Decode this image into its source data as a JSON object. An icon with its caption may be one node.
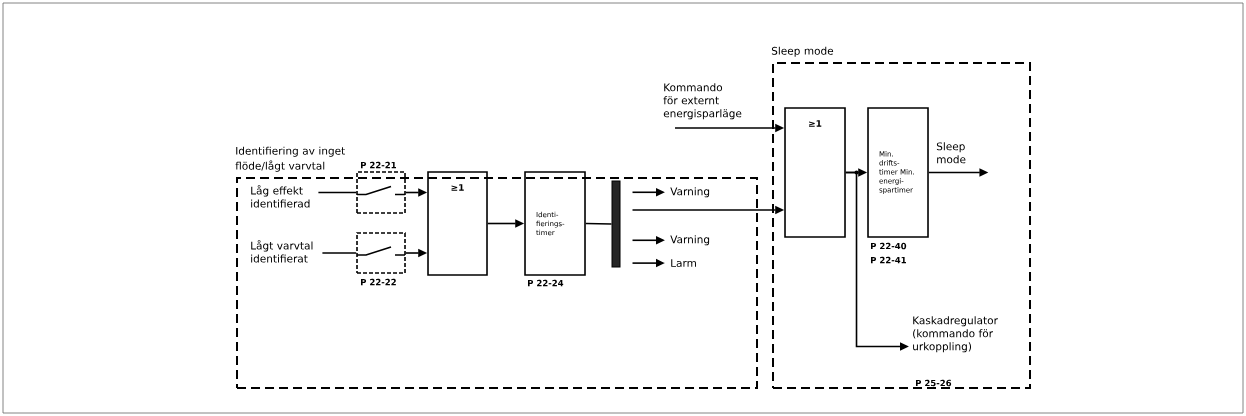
{
  "diagram": {
    "nodes": [
      {
        "text": [
          "Identifiering av inget flöde/lågt varvtal"
        ]
      },
      {
        "text": [],
        "shape": "box",
        "in": 0,
        "beside": [
          "P 22-21"
        ]
      },
      {
        "text": [],
        "shape": "box",
        "in": 0,
        "beside": [
          "P 22-22"
        ]
      },
      {
        "text": [
          "Låg effekt identifierad"
        ],
        "in": 0
      },
      {
        "text": [
          "Lågt varvtal identifierat"
        ],
        "in": 0
      },
      {
        "text": [
          "≥1"
        ],
        "in": 0
      },
      {
        "text": [
          "Identi- fierings- timer"
        ],
        "in": 0,
        "beside": [
          "P 22-24"
        ]
      },
      {
        "text": [],
        "shape": "bar",
        "in": 0
      },
      {
        "text": [
          "Varning"
        ],
        "in": 0
      },
      {
        "text": [
          "Varning"
        ],
        "in": 0
      },
      {
        "text": [
          "Larm"
        ],
        "in": 0
      },
      {
        "text": [
          "Sleep mode"
        ]
      },
      {
        "text": [
          "Kommando för externt energisparläge"
        ]
      },
      {
        "text": [
          "≥1"
        ],
        "in": 11
      },
      {
        "text": [
          "Min. drifts- timer Min. energi- spartimer"
        ],
        "in": 11,
        "beside": [
          "P 22-40",
          "P 22-41"
        ]
      },
      {
        "text": [
          "Sleep mode"
        ],
        "in": 11
      },
      {
        "text": [
          "Kaskadregulator (kommando för urkoppling)"
        ],
        "in": 11,
        "beside": [
          "P 25-26"
        ]
      }
    ],
    "edges": [
      {
        "from": 3,
        "to": 1,
        "arrow": "none"
      },
      {
        "from": 1,
        "to": 5,
        "arrow": "to"
      },
      {
        "from": 4,
        "to": 2,
        "arrow": "none"
      },
      {
        "from": 2,
        "to": 5,
        "arrow": "to"
      },
      {
        "from": 5,
        "to": 6,
        "arrow": "to"
      },
      {
        "from": 6,
        "to": 7,
        "arrow": "none"
      },
      {
        "from": 7,
        "to": 8,
        "arrow": "to"
      },
      {
        "from": 7,
        "to": 13,
        "arrow": "to"
      },
      {
        "from": 7,
        "to": 9,
        "arrow": "to"
      },
      {
        "from": 7,
        "to": 10,
        "arrow": "to"
      },
      {
        "from": 12,
        "to": 13,
        "arrow": "to"
      },
      {
        "from": 13,
        "to": 14,
        "arrow": "to"
      },
      {
        "from": 14,
        "to": 15,
        "arrow": "to"
      },
      {
        "from": 13,
        "to": 16,
        "arrow": "to"
      }
    ]
  }
}
